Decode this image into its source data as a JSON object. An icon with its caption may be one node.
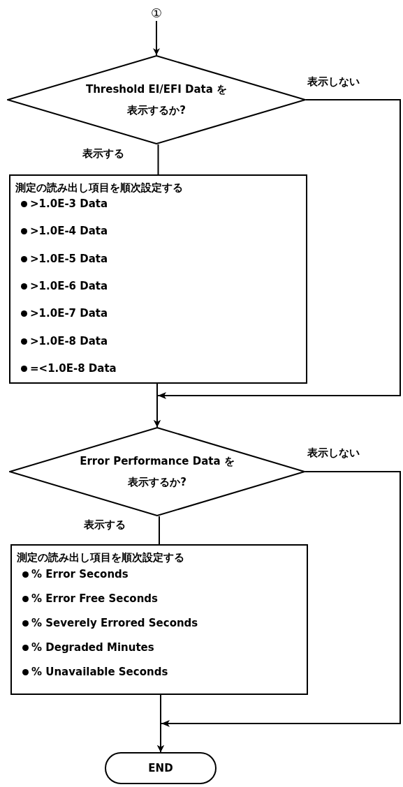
{
  "diagram": {
    "nodes": [
      {
        "text": [
          "①"
        ]
      },
      {
        "text": [
          "Threshold EI/EFI Data を表示するか?"
        ]
      },
      {
        "text": [
          "測定の読み出し項目を順次設定する",
          ">1.0E-3 Data",
          ">1.0E-4 Data",
          ">1.0E-5 Data",
          ">1.0E-6 Data",
          ">1.0E-7 Data",
          ">1.0E-8 Data",
          "=<1.0E-8 Data"
        ]
      },
      {
        "text": [
          "Error Performance Data を表示するか?"
        ]
      },
      {
        "text": [
          "測定の読み出し項目を順次設定する",
          "% Error Seconds",
          "% Error Free Seconds",
          "% Severely Errored Seconds",
          "% Degraded Minutes",
          "% Unavailable Seconds"
        ]
      },
      {
        "text": [
          "END"
        ]
      }
    ],
    "edges": [
      {
        "from": 0,
        "to": 1,
        "arrow": "to"
      },
      {
        "from": 1,
        "to": 2,
        "arrow": "none",
        "label": "表示する"
      },
      {
        "from": 2,
        "to": 3,
        "arrow": "to"
      },
      {
        "from": 1,
        "to": 3,
        "arrow": "to",
        "label": "表示しない"
      },
      {
        "from": 3,
        "to": 4,
        "arrow": "none",
        "label": "表示する"
      },
      {
        "from": 4,
        "to": 5,
        "arrow": "to"
      },
      {
        "from": 3,
        "to": 5,
        "arrow": "to",
        "label": "表示しない"
      }
    ]
  }
}
